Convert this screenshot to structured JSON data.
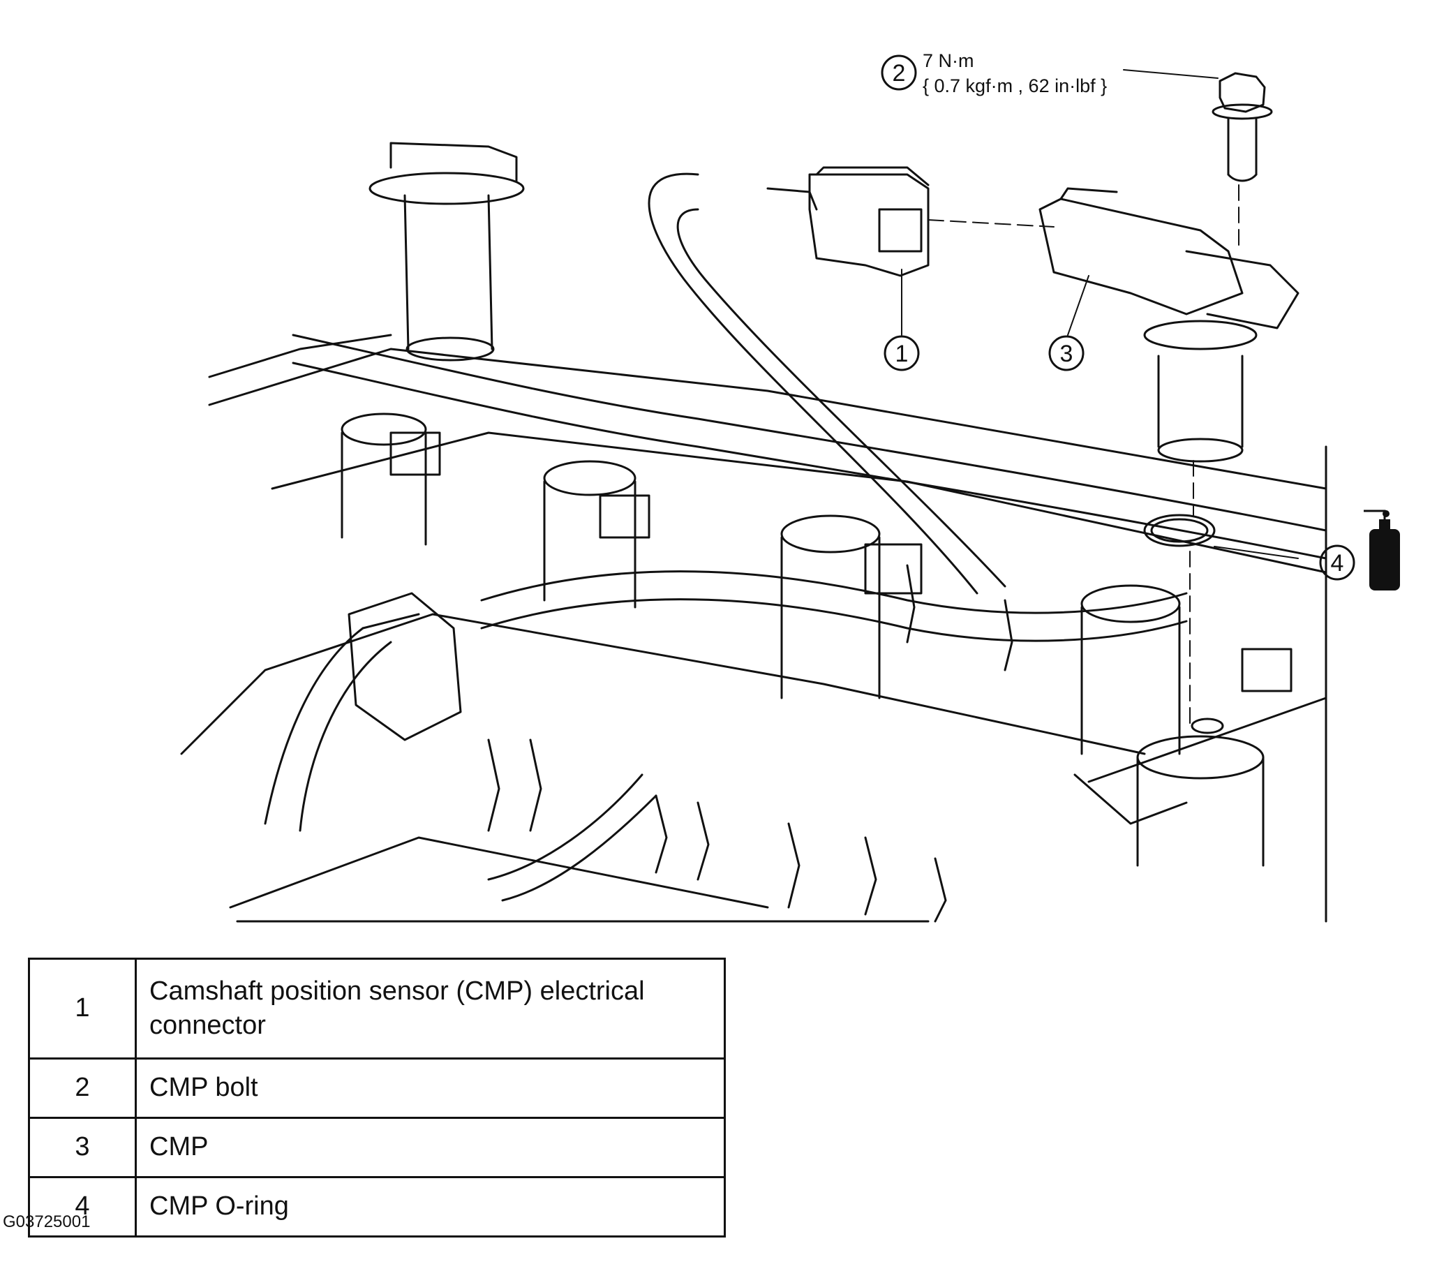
{
  "callouts": {
    "c1": "1",
    "c2": "2",
    "c3": "3",
    "c4": "4"
  },
  "torque_spec": {
    "line1": "7 N·m",
    "line2": "{ 0.7 kgf·m , 62 in·lbf }"
  },
  "icon": "grease-bottle-icon",
  "legend": {
    "rows": [
      {
        "number": "1",
        "description": "Camshaft position sensor (CMP) electrical connector"
      },
      {
        "number": "2",
        "description": "CMP bolt"
      },
      {
        "number": "3",
        "description": "CMP"
      },
      {
        "number": "4",
        "description": "CMP O-ring"
      }
    ]
  },
  "figure_code": "G03725001"
}
